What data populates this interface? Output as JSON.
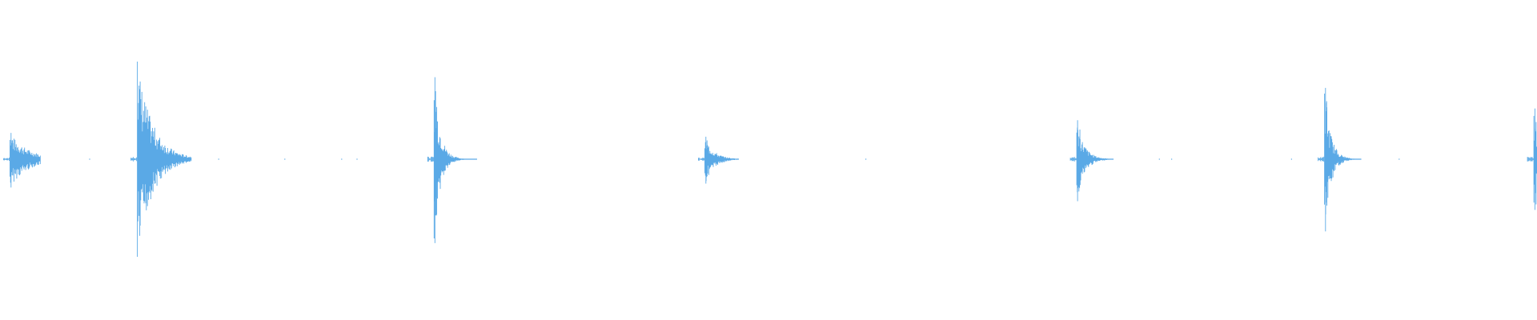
{
  "waveform": {
    "color": "#5aa9e6",
    "amplitude_scale": "linear",
    "events": [
      {
        "time": 0.0055,
        "peak_up": 0.27,
        "peak_down": 0.29,
        "decay": 0.012,
        "tail": 0.02
      },
      {
        "time": 0.0885,
        "peak_up": 1.0,
        "peak_down": 1.0,
        "decay": 0.01,
        "tail": 0.035
      },
      {
        "time": 0.282,
        "peak_up": 0.84,
        "peak_down": 0.86,
        "decay": 0.004,
        "tail": 0.028
      },
      {
        "time": 0.4585,
        "peak_up": 0.23,
        "peak_down": 0.25,
        "decay": 0.006,
        "tail": 0.022
      },
      {
        "time": 0.701,
        "peak_up": 0.4,
        "peak_down": 0.43,
        "decay": 0.005,
        "tail": 0.024
      },
      {
        "time": 0.8625,
        "peak_up": 0.73,
        "peak_down": 0.74,
        "decay": 0.004,
        "tail": 0.024
      },
      {
        "time": 0.999,
        "peak_up": 0.52,
        "peak_down": 0.52,
        "decay": 0.002,
        "tail": 0.005
      }
    ],
    "specks": [
      0.058,
      0.142,
      0.185,
      0.222,
      0.232,
      0.563,
      0.754,
      0.762,
      0.84,
      0.91
    ]
  }
}
